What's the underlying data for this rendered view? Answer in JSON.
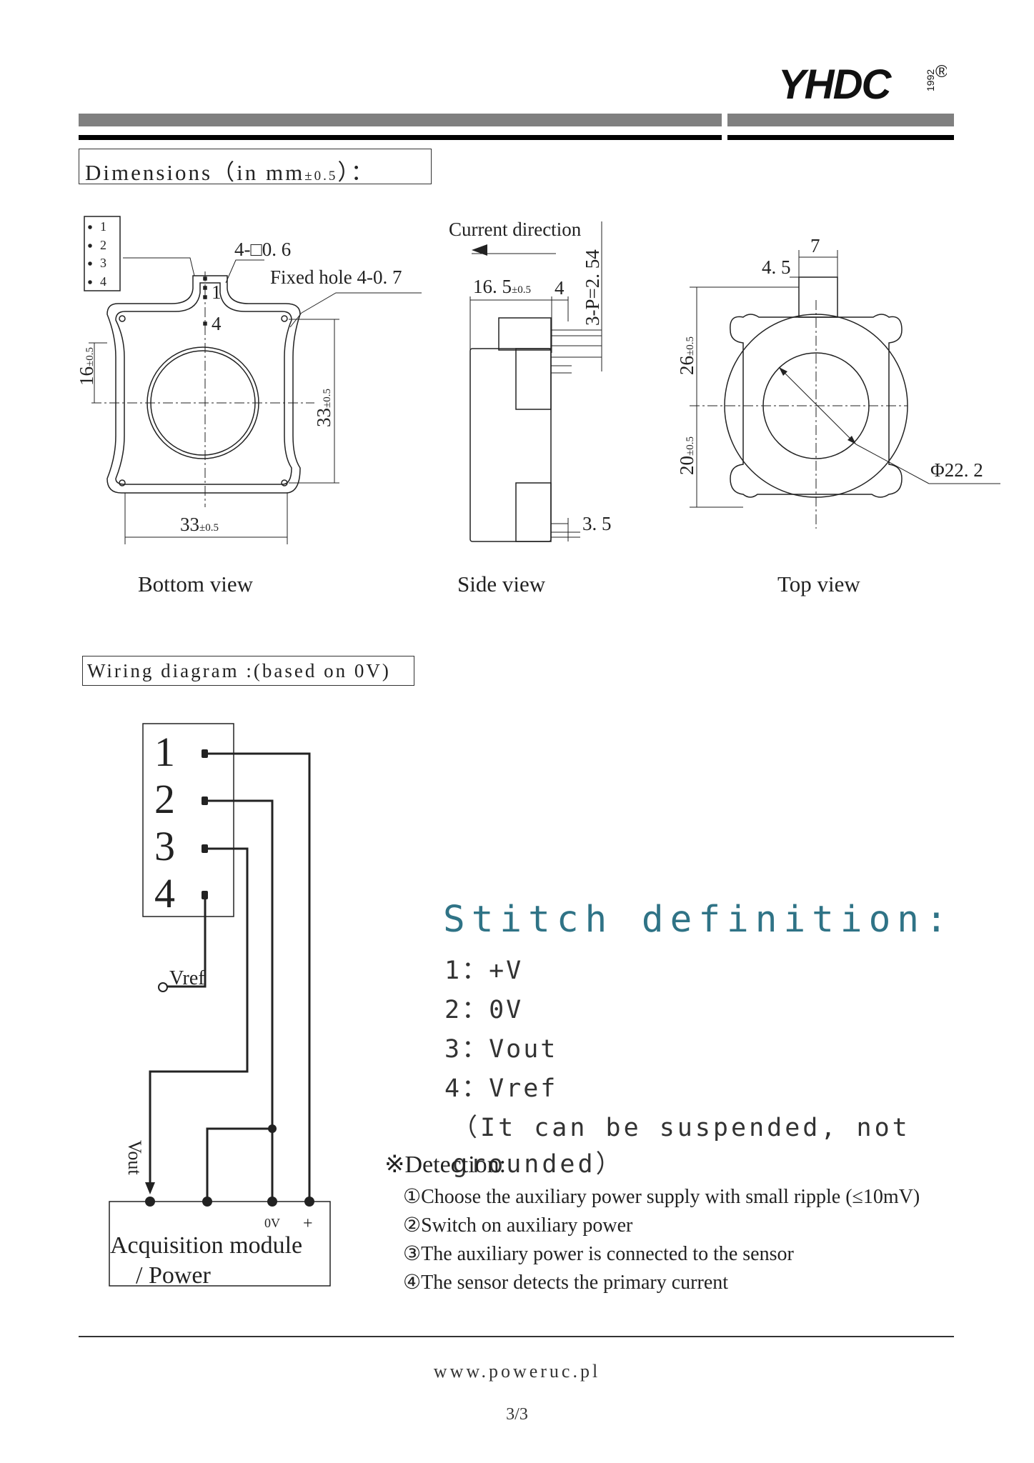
{
  "header": {
    "brand": "YHDC",
    "brand_year": "1992",
    "registered_mark": "®"
  },
  "dimensions": {
    "title": "Dimensions（in mm",
    "tolerance": "±0.5",
    "title_end": "）："
  },
  "bottom_view": {
    "caption": "Bottom view",
    "pins": [
      "1",
      "2",
      "3",
      "4"
    ],
    "pin_square": "4-□0. 6",
    "fixed_hole": "Fixed hole",
    "fixed_hole_value": "4-0. 7",
    "pin1": "1",
    "pin4": "4",
    "dim_height": "16",
    "dim_right": "33",
    "dim_bottom": "33",
    "tol": "±0.5"
  },
  "side_view": {
    "caption": "Side view",
    "current_direction": "Current direction",
    "pitch": "3-P=2. 54",
    "dim_width": "16. 5",
    "dim_4": "4",
    "dim_35": "3. 5",
    "tol": "±0.5"
  },
  "top_view": {
    "caption": "Top view",
    "dim_7": "7",
    "dim_45": "4. 5",
    "dim_26": "26",
    "dim_20": "20",
    "diameter": "Φ22. 2",
    "tol": "±0.5"
  },
  "wiring": {
    "title": "Wiring diagram :(based on 0V)",
    "pins": [
      "1",
      "2",
      "3",
      "4"
    ],
    "vref": "Vref",
    "vout": "Vout",
    "zero_v": "0V",
    "plus": "+",
    "module_line1": "Acquisition module",
    "module_line2": "/  Power"
  },
  "stitch": {
    "title": "Stitch definition:",
    "items": [
      "1：+V",
      "2：0V",
      "3：Vout",
      "4：Vref"
    ],
    "note": "（It can be suspended, not grounded）"
  },
  "detection": {
    "title": "※Detection:",
    "steps": [
      "①Choose the auxiliary power supply with small ripple (≤10mV)",
      "②Switch on auxiliary power",
      "③The auxiliary power is connected to the sensor",
      "④The sensor detects the primary current"
    ]
  },
  "footer": {
    "website": "www.poweruc.pl",
    "page": "3/3"
  }
}
